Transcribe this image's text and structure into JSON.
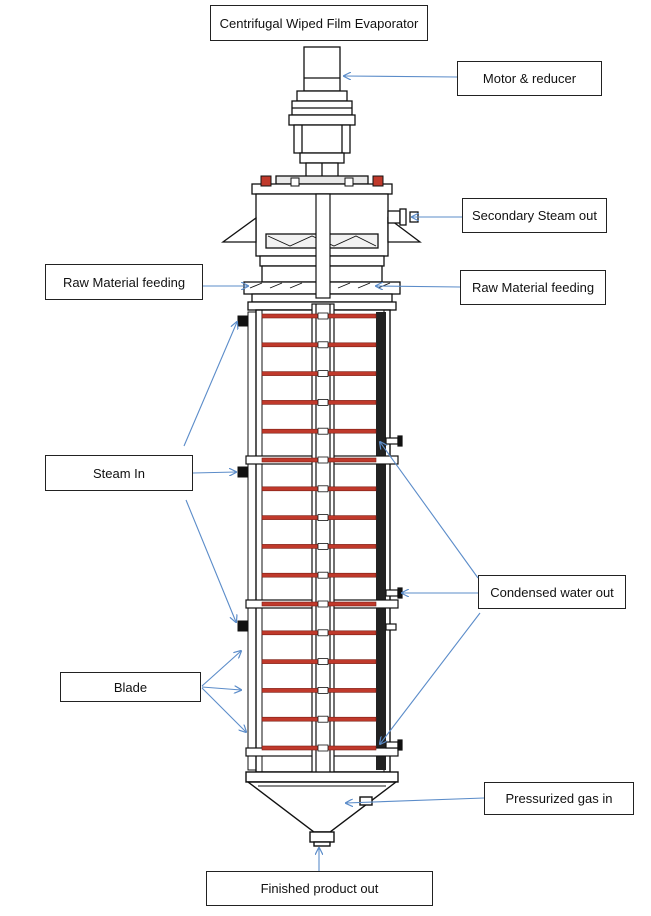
{
  "title": "Centrifugal Wiped Film Evaporator",
  "labels": {
    "motor": "Motor & reducer",
    "secondary_steam": "Secondary Steam out",
    "raw_left": "Raw Material feeding",
    "raw_right": "Raw Material feeding",
    "steam_in": "Steam In",
    "condensed": "Condensed water out",
    "blade": "Blade",
    "pressurized": "Pressurized gas in",
    "finished": "Finished product out"
  },
  "colors": {
    "outline": "#111111",
    "arrow": "#5b8cc9",
    "rotor_rib": "#c0392b",
    "jacket": "#222222"
  },
  "rotor_rib_count": 16
}
